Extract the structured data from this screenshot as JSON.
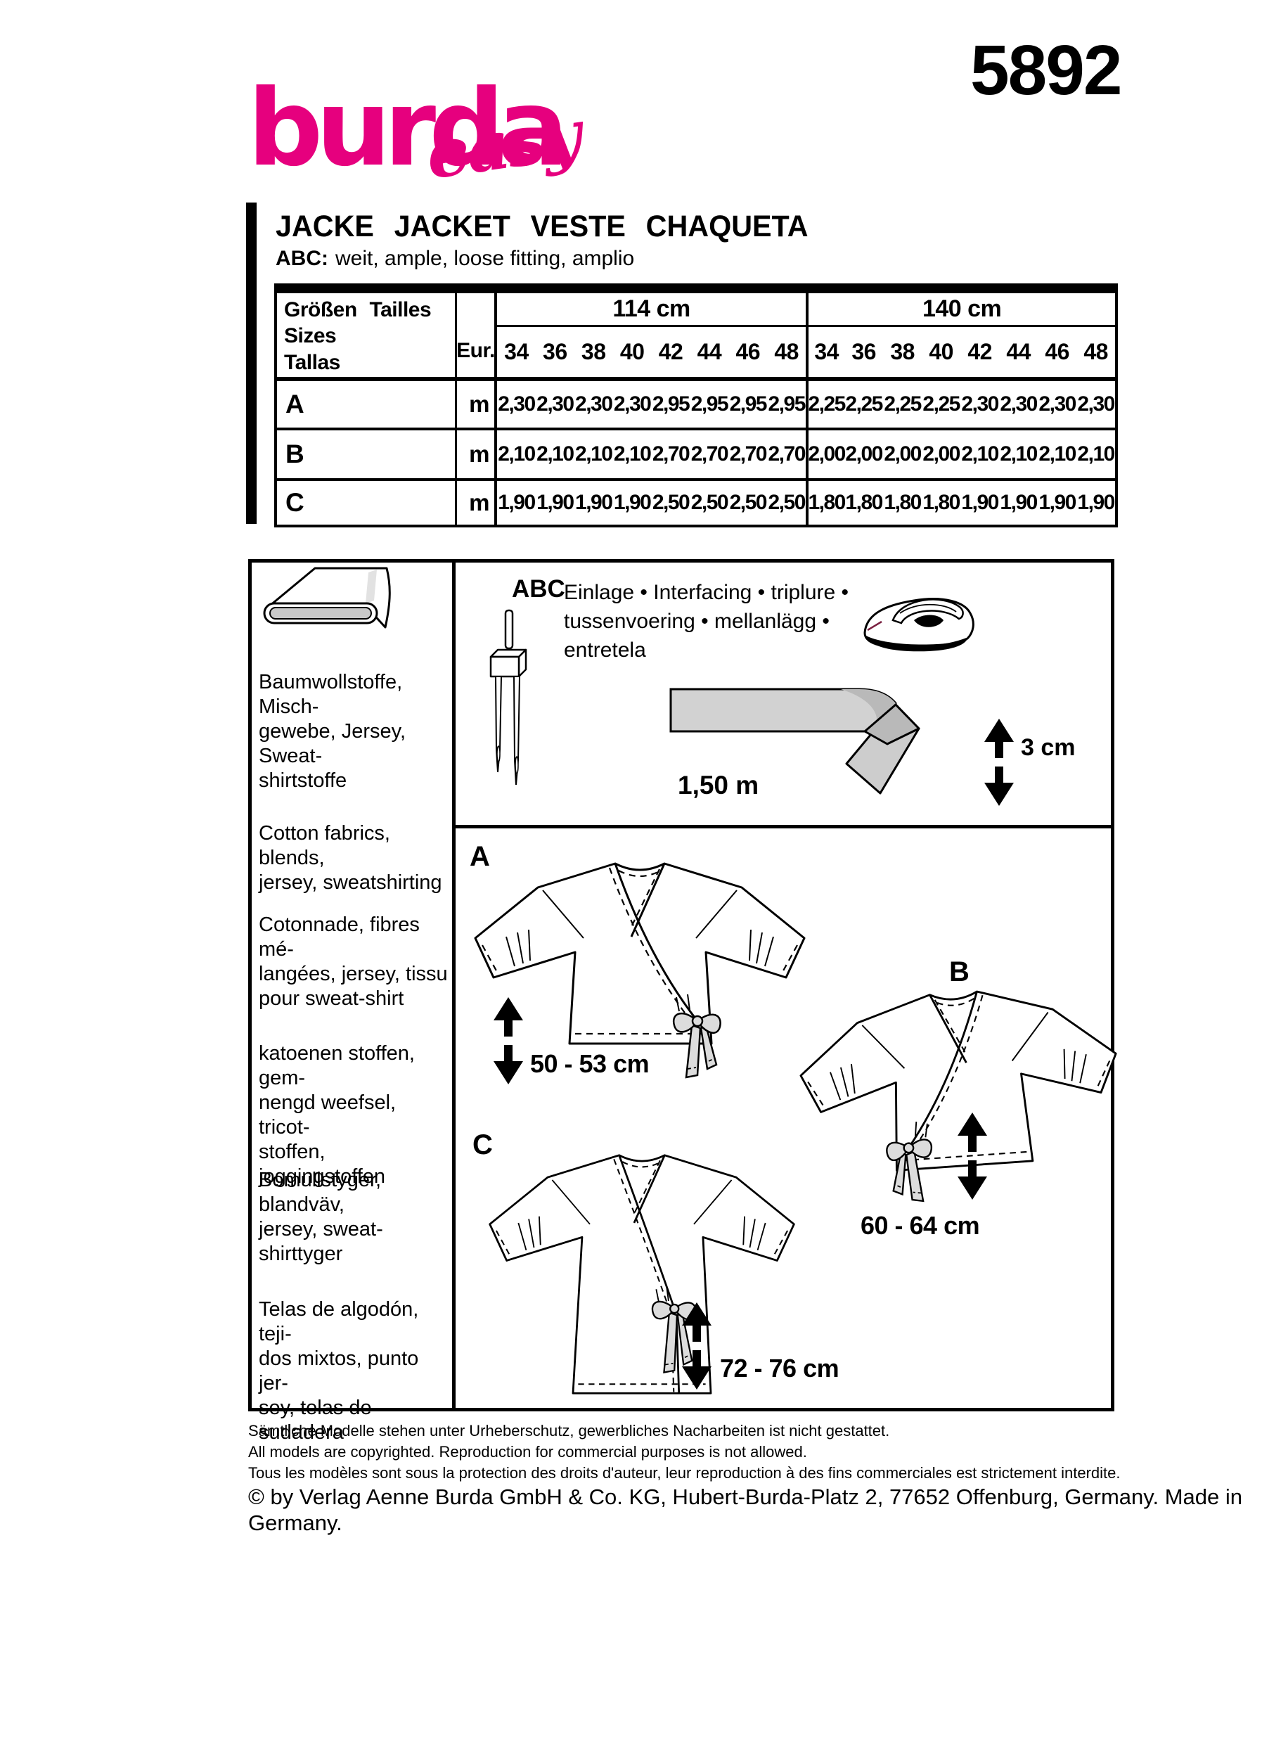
{
  "brand": {
    "burda": "burda",
    "easy": "easy",
    "pattern_number": "5892",
    "pink": "#e6007e"
  },
  "header": {
    "title": "JACKE JACKET VESTE CHAQUETA",
    "abc_label": "ABC:",
    "abc_text": "weit, ample, loose fitting, amplio"
  },
  "table": {
    "group_headers": [
      "114 cm",
      "140 cm"
    ],
    "size_label_line1": "Größen Tailles Sizes",
    "size_label_line2": "Tallas",
    "eur_label": "Eur.",
    "sizes": [
      "34",
      "36",
      "38",
      "40",
      "42",
      "44",
      "46",
      "48"
    ],
    "unit_label": "m",
    "rows": [
      {
        "view": "A",
        "g114": [
          "2,30",
          "2,30",
          "2,30",
          "2,30",
          "2,95",
          "2,95",
          "2,95",
          "2,95"
        ],
        "g140": [
          "2,25",
          "2,25",
          "2,25",
          "2,25",
          "2,30",
          "2,30",
          "2,30",
          "2,30"
        ]
      },
      {
        "view": "B",
        "g114": [
          "2,10",
          "2,10",
          "2,10",
          "2,10",
          "2,70",
          "2,70",
          "2,70",
          "2,70"
        ],
        "g140": [
          "2,00",
          "2,00",
          "2,00",
          "2,00",
          "2,10",
          "2,10",
          "2,10",
          "2,10"
        ]
      },
      {
        "view": "C",
        "g114": [
          "1,90",
          "1,90",
          "1,90",
          "1,90",
          "2,50",
          "2,50",
          "2,50",
          "2,50"
        ],
        "g140": [
          "1,80",
          "1,80",
          "1,80",
          "1,80",
          "1,90",
          "1,90",
          "1,90",
          "1,90"
        ]
      }
    ]
  },
  "materials": {
    "blocks": [
      [
        "Baumwollstoffe, Misch-",
        "gewebe, Jersey, Sweat-",
        "shirtstoffe"
      ],
      [
        "Cotton fabrics, blends,",
        "jersey, sweatshirting"
      ],
      [
        "Cotonnade, fibres mé-",
        "langées, jersey, tissu",
        "pour sweat-shirt"
      ],
      [
        "katoenen stoffen, gem-",
        "nengd weefsel, tricot-",
        "stoffen, joggingstoffen"
      ],
      [
        "Bomullstyger, blandväv,",
        "jersey, sweat-shirttyger"
      ],
      [
        "Telas de algodón, teji-",
        "dos mixtos, punto jer-",
        "sey, telas de sudadera"
      ]
    ]
  },
  "interfacing": {
    "abc": "ABC",
    "lines": [
      "Einlage • Interfacing • triplure •",
      "tussenvoering • mellanlägg •",
      "entretela"
    ],
    "length": "1,50 m",
    "width": "3 cm"
  },
  "views": [
    {
      "label": "A",
      "length": "50 - 53 cm"
    },
    {
      "label": "B",
      "length": "60 - 64 cm"
    },
    {
      "label": "C",
      "length": "72 - 76 cm"
    }
  ],
  "footer": {
    "lines": [
      "Sämtliche Modelle stehen unter Urheberschutz, gewerbliches Nacharbeiten ist nicht gestattet.",
      "All models are copyrighted. Reproduction for commercial purposes is not allowed.",
      "Tous les modèles sont sous la protection des droits d'auteur, leur reproduction à des fins commerciales est strictement interdite."
    ],
    "copyright": "© by Verlag Aenne Burda GmbH & Co. KG, Hubert-Burda-Platz 2, 77652 Offenburg, Germany. Made in Germany."
  }
}
